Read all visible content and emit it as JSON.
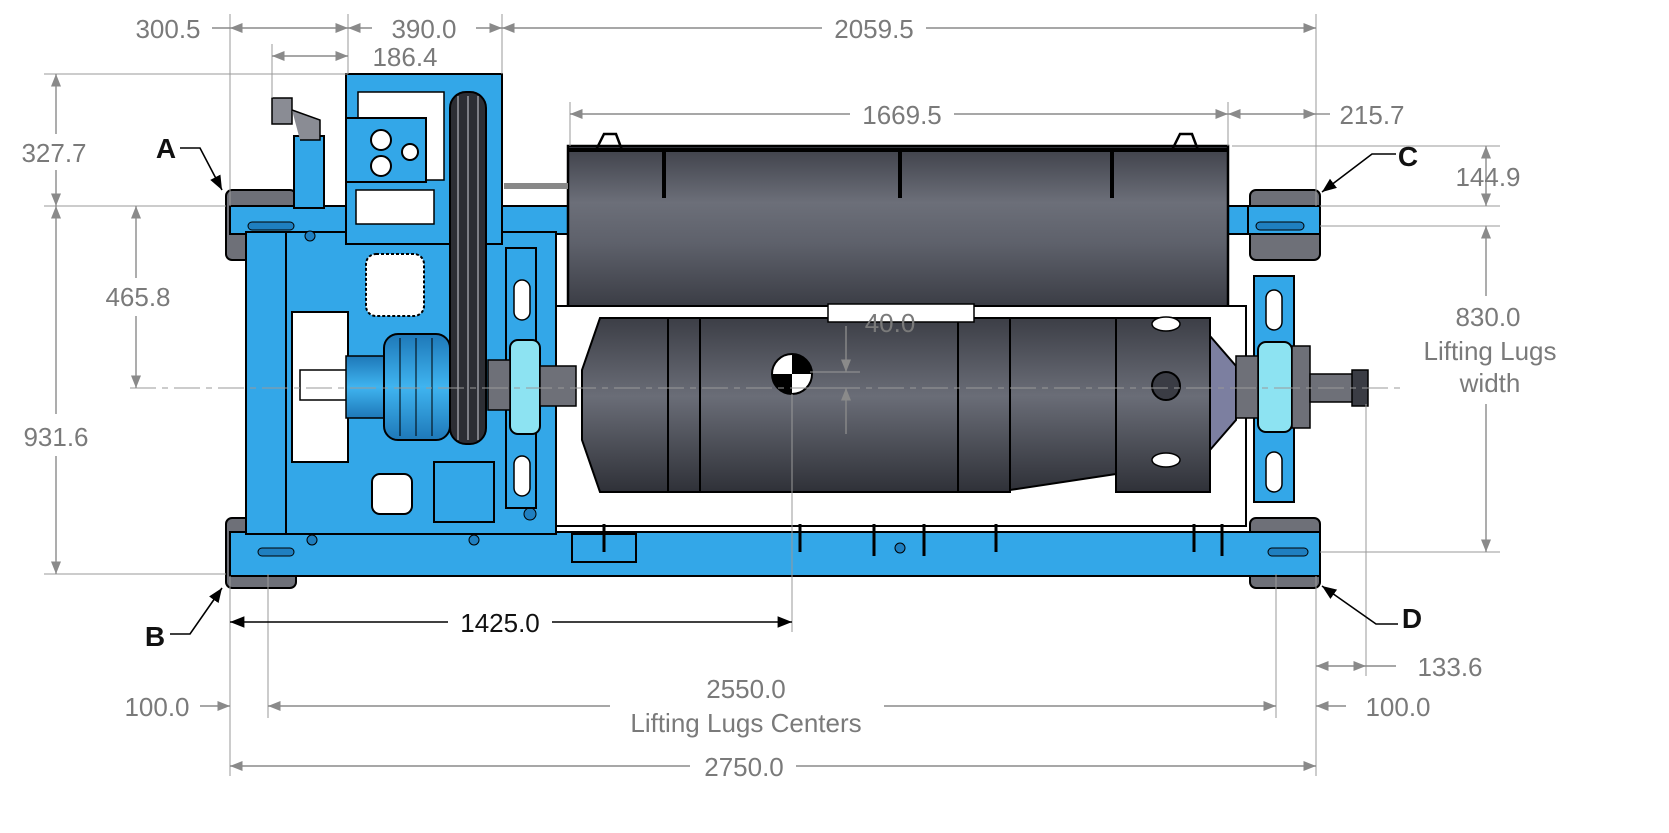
{
  "colors": {
    "frame_blue": "#33a7e8",
    "frame_dark": "#1f7fc0",
    "drum_gray": "#5b5e68",
    "dimension_gray": "#7a7a7a",
    "bearing_cyan": "#8de3f2"
  },
  "labels": {
    "a": "A",
    "b": "B",
    "c": "C",
    "d": "D"
  },
  "dimensions": {
    "d300_5": "300.5",
    "d390_0": "390.0",
    "d2059_5": "2059.5",
    "d186_4": "186.4",
    "d1669_5": "1669.5",
    "d215_7": "215.7",
    "d327_7": "327.7",
    "d144_9": "144.9",
    "d465_8": "465.8",
    "d40_0": "40.0",
    "d830_0": "830.0",
    "lifting_width_1": "Lifting Lugs",
    "lifting_width_2": "width",
    "d931_6": "931.6",
    "d1425_0": "1425.0",
    "d133_6": "133.6",
    "d100_left": "100.0",
    "d2550_0": "2550.0",
    "lifting_centers": "Lifting Lugs Centers",
    "d100_right": "100.0",
    "d2750_0": "2750.0"
  }
}
